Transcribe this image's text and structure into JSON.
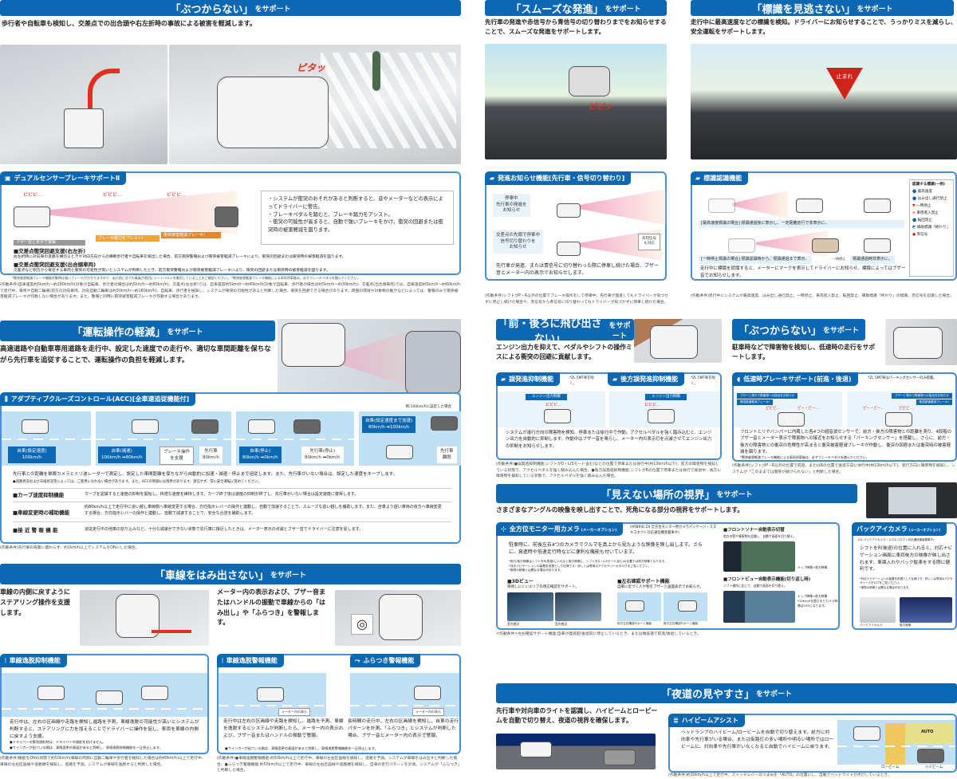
{
  "colors": {
    "primary": "#0d68b4",
    "frame": "#4a8fd4",
    "alert": "#e0301e"
  },
  "s1": {
    "title": "「ぶつからない」",
    "suffix": "をサポート",
    "lead": "歩行者や自転車も検知し、交差点での出合頭や右左折時の事故による被害を軽減します。",
    "onomatopoeia": "ピタッ",
    "tag": "デュアルセンサーブレーキサポートⅡ",
    "beeps": [
      "ピピピ…",
      "ピピピ…",
      "ピピピ…"
    ],
    "bar_warn": "ブザー音と表示で警報",
    "bar_assist": "ブレーキ踏力をアシスト!",
    "bar_brake": "衝突被害軽減ブレーキ!",
    "bullets": [
      "・システムが衝突のおそれがあると判断すると、音やメーターなどの表示によってドライバーに警告。",
      "・ブレーキペダルを踏むと、ブレーキ踏力をアシスト。",
      "・衝突の可能性が高まると、自動で強いブレーキをかけ、衝突の回避または衝突時の被害軽減を図ります。"
    ],
    "h1": "■交差点衝突回避支援(右左折)",
    "p1": "右左折時に対向車の進路を横切るときや対向方向からの横断歩行者や自転車を検出した場合、前方衝突警報および衝突被害軽減ブレーキにより、衝突の回避または衝突時の被害軽減を図ります。",
    "h2": "■交差点衝突回避支援(出合頭車両)",
    "p2": "交差点など側方から接近する車両と衝突の可能性が高いとシステムが判断したとき、前方衝突警報および衝突被害軽減ブレーキにより、衝突の回避または衝突時の被害軽減を図ります。",
    "caution": "*衝突被害軽減ブレーキ機能作動時は強いブレーキがかかりますので、走行前に全ての乗員が適切にシートベルトを着用していることをご確認ください。 *衝突被害軽減ブレーキ機能による車両停車後は、必ずブレーキペダルを踏んでください。",
    "conditions": "(作動条件)自車速度約5km/h〜約180km/h(対象が自転車、歩行者の場合は約5km/h〜約80km/h)、交差点(右左折)では、自車速度約5km/h〜約40km/h(対象が自転車、歩行者の場合は約5km/h〜約30km/h)、交差点(出合頭車両)では、自車速度約5km/h〜約60km/hで走行中、車両や自動二輪車(前方の対向車両、対向自動二輪車は約30km/h〜約180km/h)、自転車、歩行者を検知し、システムが衝突の可能性があると判断した場合、衝突を回避できる場合があります。周囲の環境や対象物の動きなどによっては、警報のみで衝突被害軽減ブレーキが作動しない場合があります。また、警報と同時に衝突被害軽減ブレーキが作動する場合があります。"
  },
  "s2": {
    "title": "「運転操作の軽減」",
    "suffix": "をサポート",
    "lead": "高速道路や自動車専用道路を走行中、設定した速度での走行や、適切な車間距離を保ちながら先行車を追従することで、運転操作の負担を軽減します。",
    "tag": "アダプティブクルーズコントロール(ACC)[全車速追従機能付]",
    "example": "例:100km/hに設定した場合",
    "panels": [
      {
        "own": "自車(設定速度)\n100km/h"
      },
      {
        "own": "自車(減速)\n100km/h ➡80km/h",
        "assist": "ブレーキ操作\nを支援",
        "lead": "先行車\n80km/h"
      },
      {
        "own": "自車(停止)\n80km/h ➡0km/h",
        "lead": "先行車(停止)\n80km/h ➡0km/h"
      },
      {
        "own": "自車(設定速度まで加速)\n80km/h ➡100km/h",
        "lead": "先行車\n離脱"
      }
    ],
    "desc": "先行車との距離を単眼カメラとミリ波レーダーで測定し、設定した車間距離を保ちながら自動的に加速・減速・停止まで追従します。また、先行車がいない場合は、設定した速度をキープします。",
    "desc_note": "●道路状況および天候状況等によっては、ご使用になれない場合があります。また、ACCの制御には限界があります。過信せず、常に安全運転に努めてください。",
    "features": [
      {
        "h": "■カーブ速度抑制機能",
        "p": "カーブを認識すると速度の抑制を開始し、快適な速度を維持します。カーブ終了後は速度の抑制が終了し、先行車がいない場合は設定速度に復帰します。"
      },
      {
        "h": "■車線変更時の補助機能",
        "p": "約80km/h以上で走行中に追い越し車線側へ車線変更する場合、方向指示レバーの操作と連動し、自動で加速することで、スムーズな追い越しを補助します。また、自車より遅い車両の後方へ車線変更する場合、方向指示レバーの操作と連動し、自動で減速することで、安全な合流を補助します。"
      },
      {
        "h": "■接 近 警 報 機 能",
        "p": "追従走行中の他車の割り込みなど、十分な減速ができない状態で先行車に接近したときは、メーター表示の点滅とブザー音でドライバーに注意を促します。"
      }
    ],
    "conditions": "(作動条件)先行車の有無に関わらず、約1km/h以上でシステムをONにした場合。"
  },
  "s3": {
    "title": "「車線をはみ出さない」",
    "suffix": "をサポート",
    "lead_left": "車線の内側に戻すようにステアリング操作を支援します。",
    "lead_right": "メーター内の表示および、ブザー音またはハンドルの振動で車線からの「はみ出し」や「ふらつき」を警報します。",
    "tag1": "車線逸脱抑制機能",
    "p1": "走行中は、左右の区画線や走路を検知し進路を予測。車線逸脱の可能性が高いとシステムが判断すると、ステアリングに力を加えることでドライバーに操作を促し、車両を車線の内側に戻すよう支援。",
    "n1": "●ドライバーの緊急操舵時は、ドライバーの操舵を妨げません。\n●ウインカーが出ている間は、車線変更の意図があると判断し、車線逸脱抑制機能を一旦停止します。",
    "tag2": "車線逸脱警報機能",
    "p2": "走行中は左右の区画線や走路を検知し、進路を予測。車線を逸脱するとシステムが判断したら、メーター内の表示および、ブザー音またはハンドルの振動で警報。",
    "tag3": "ふらつき警報機能",
    "p3": "長時間の走行中、左右の区画線を検知し、自車の走行パターンを計測。「ふらつき」とシステムが判断した場合、ブザー音とメーター内の表示で警報。",
    "meter": "メーター内の表示",
    "n2": "●ウインカーが出ている間は、車線変更の意図があると判断し、車線逸脱警報機能を一旦停止します。",
    "c1": "(作動条件)機能をONの状態で約50km/h(車線の両側に自動二輪車や歩行者を検知した場合は約40km/h)以上で走行中、車線の左右区画線や道路端を検知し、進路を予測。システムが車線を逸脱すると判断した場合。",
    "c2": "(作動条件)●車線逸脱警報機能:約50km/h以上で走行中、車線の左右区画線を検知し、進路を予測。システムが車線をはみ出すと判断した場合。●ふらつき警報機能:約50km/h以上で走行中、車線の左右区画線や道路端を検知し、自車の走行パターンを計測。システムが「ふらつき」と判断した場合。"
  },
  "s4": {
    "title": "「スムーズな発進」",
    "suffix": "をサポート",
    "lead": "先行車の発進や赤信号から青信号の切り替わりまでをお知らせすることで、スムーズな発進をサポートします。",
    "onomatopoeia": "ピピッ",
    "tag": "発進お知らせ機能[先行車・信号切り替わり]",
    "case1": "停車中\n先行車の発進を\nお知らせ",
    "case2": "交差点の先頭で停車中\n信号切り替わりを\nお知らせ",
    "arrow": "矢印信号\nも対応",
    "beep": "ピピッ",
    "desc": "先行車が発進、または青信号に切り替わった際に停車し続けた場合、ブザー音とメーター内の表示でお知らせします。",
    "conditions": "(作動条件)シフトがP・R以外の位置でブレーキ操作をして停車中、先行車が発進してもドライバーが気づかずに停止し続けた場合や、赤信号から青信号に切り替わってもドライバーが気づかずに停車し続けた場合。"
  },
  "s5": {
    "title": "「標識を見逃さない」",
    "suffix": "をサポート",
    "lead": "走行中に最高速度などの標識を検知。ドライバーにお知らせすることで、うっかりミスを減らし、安全運転をサポートします。",
    "sign": "止まれ",
    "tag": "標識認識機能",
    "case1": "[最高速度標識の場合] 標識通過後に表示し、一定距離走行で非表示に。",
    "case2": "[一時停止標識の場合] 標識認識時から、標識通過まで表示。",
    "case2b": "標識通過時非表示に。",
    "stop_mark": "一時停止",
    "desc": "走行中に標識を認識すると、メーターにマークを表示してドライバーにお知らせ。標識によってはブザー音でお知らせします。",
    "legend_title": "認識する標識(一例)",
    "legend": [
      "最高速度",
      "はみ出し通行禁止",
      "一時停止",
      "車両進入禁止",
      "転回禁止",
      "補助標識「終わり」",
      "赤信号"
    ],
    "conditions": "(作動条件)走行中にシステムが最高速度、はみ出し通行禁止、一時停止、車両進入禁止、転回禁止、補助標識「終わり」の標識、赤信号を認識した場合。"
  },
  "s6": {
    "title": "「前・後ろに飛び出さない」",
    "suffix": "をサポート",
    "lead": "エンジン出力を抑えて、ペダルやシフトの操作ミスによる衝突の回避に貢献します。",
    "tag1": "誤発進抑制機能",
    "tag2": "後方誤発進抑制機能",
    "exc": "*ZL 5MT車を除く。",
    "engine": "エンジン出力制御",
    "beep": "ピピピ…",
    "desc": "システムが進行方向の障害物を検知、停車または徐行中で作動。アクセルペダルを強く踏み込むと、エンジン出力を自動的に抑制します。作動中はブザー音を鳴らし、メーター内の表示灯を点滅させてエンジン出力の抑制をお知らせします。",
    "conditions": "(作動条件)●誤発進抑制機能:シフトがD・L(5モード含む)などの位置で停車または徐行中(約10km/h以下)、前方の障害物を検知している状態で、アクセルペダルを強く踏み込んだ場合。●後方誤発進抑制機能:シフトがRの位置で停車または徐行で後退中、後方に障害物を検知している状態で、アクセルペダルを強く踏み込んだ場合。"
  },
  "s7": {
    "title": "「ぶつからない」",
    "suffix": "をサポート",
    "lead": "駐車時などで障害物を検知し、低速時の走行をサポートします。",
    "tag": "低速時ブレーキサポート(前進・後退)",
    "exc": "*ZL 5MT車はパーキングセンサーのみ搭載。",
    "bar1": "ブザーと表示で障害物への接近をお知らせ",
    "bar2": "衝突被害軽減ブレーキ!",
    "beep1": "ピピピ…",
    "beep2": "ピー・ピー…",
    "desc": "フロントとリヤバンパーに内蔵した各4つの超音波センサーで、前方・後方の障害物との距離を測り、4段階のブザー音とメーター表示で障害物への接近をお知らせする「パーキングセンサー」を搭載し、さらに、前方・後方の障害物との衝突の危険性が高まると衝突被害軽減ブレーキが作動し、衝突の回避または衝突時の被害軽減を図ります。",
    "note": "*衝突被害軽減ブレーキ機能による車両停車後は、必ずブレーキペダルを踏んでください。",
    "conditions": "(作動条件)シフトがP・R以外の位置で前進、またはRの位置で後退方向に徐行中(約10km/h以下)、進行方向に障害物を検知し、システムが「このままでは衝突が避けられない」と判断した場合。"
  },
  "s8": {
    "title": "「見えない場所の視界」",
    "suffix": "をサポート",
    "lead": "さまざまなアングルの映像を映し出すことで、死角になる部分の視界をサポートします。",
    "tag": "全方位モニター用カメラ",
    "tag_opt": "(メーカーオプション)",
    "pkg": "(HYBRID ZX 全方位モニター用カメラパッケージ・スズキコネクト対応通信機装着車®)",
    "desc": "駐車時に、前後左右4つのカメラでクルマを真上から見たような映像を映し出します。さらに、発進時や低速走行時などに便利な機能も付いています。",
    "notes": "*前方/後方映像はシフトをR(後退)に入れると後方映像に、シフトをD・L(5モード含む)の位置では前方映像となります。\n*対応ナビゲーションの装着を前提とした仕様です。詳しくは専用のアクセサリーカタログをご覧ください。\n*実際の映像とは異なる場合があります。",
    "v3d": "■3Dビュー",
    "v3d_p": "目視しにくいエリアの周辺確認をサポート。",
    "v3d_cap": [
      "室内視点",
      "室内視点"
    ],
    "side": "■左右確認サポート機能",
    "side_p": "自車に近づく人や物をブザーと画面表示でお知らせ。",
    "side_cap": [
      "前方左右確認サポート機能",
      "後方左右確認サポート機能"
    ],
    "sonar": "■フロントソナー自動表示切替",
    "sonar_p": "前方の壁や障害物を認識し、自動で画面を切り替え。",
    "sonar_cap": "トップ映像+前方映像",
    "fview": "■フロントビュー自動表示機能(切り返し時)",
    "fview_p": "シフト操作に応じて、自動で画面を切り替え。",
    "fview_cap": "トップ映像+前方映像\n*10km/hを超えるとカメラ映像はOFFになります。",
    "back": "バックアイカメラ",
    "back_opt": "(メーカーオプション)",
    "back_pkg": "(ZL バックアイカメラ・スズキコネクト対応通信機装着車®)",
    "back_desc": "シフトをR(後退)の位置に入れると、対応ナビゲーション画面に車両後方の映像が映し出されます。車庫入れやバック駐車をする際に便利です。",
    "back_notes": "*対応ナビゲーションの装着を前提とした仕様です。詳しくは専用のアクセサリーカタログをご覧ください。\n*実際の映像とは異なる場合があります。",
    "back_cap": [
      "バックアイカメラ",
      "後方映像"
    ],
    "conditions": "<作動条件>左右確認サポート機能:自車が発進前/後退前に停止しているとき、または微低速で前進/後退しているとき。"
  },
  "s9": {
    "title": "「夜道の見やすさ」",
    "suffix": "をサポート",
    "lead": "先行車や対向車のライトを認識し、ハイビームとロービームを自動で切り替え、夜道の視界を確保します。",
    "tag": "ハイビームアシスト",
    "desc": "ヘッドランプのハイビーム/ロービームを自動で切り替えます。前方に対向車や先行車がいる場合、または街路灯の多い場所や明るい場所ではロービームに、対向車や先行車がいなくなると自動でハイビームに戻ります。",
    "auto": "AUTO",
    "low": "ロービーム",
    "high": "ハイビーム",
    "conditions": "(作動条件)約30km/h以上で走行中、スイッチレバーのつまみを「AUTO」の位置にし、自動でヘッドライトが点灯しているとき。"
  }
}
